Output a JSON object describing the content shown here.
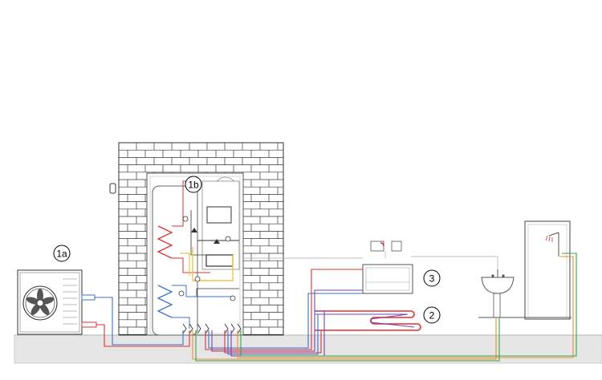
{
  "diagram": {
    "title": "",
    "components": [
      {
        "key": "outdoor_unit",
        "label": "1a",
        "icon": "heat-pump-outdoor-unit"
      },
      {
        "key": "indoor_unit",
        "label": "1b",
        "icon": "indoor-cylinder-unit"
      },
      {
        "key": "underfloor",
        "label": "2",
        "icon": "underfloor-heating-loop"
      },
      {
        "key": "fan_coil",
        "label": "3",
        "icon": "fan-coil-unit"
      }
    ],
    "fixtures": [
      {
        "key": "room_thermostat",
        "icon": "room-thermostat-icon"
      },
      {
        "key": "wall_controller",
        "icon": "wall-controller-icon"
      },
      {
        "key": "wash_basin",
        "icon": "wash-basin-icon"
      },
      {
        "key": "shower",
        "icon": "shower-icon"
      }
    ],
    "colors": {
      "flow": "#e03030",
      "return": "#3a6fd8",
      "dhw": "#f08a28",
      "cold": "#2fa84a",
      "purple": "#7a3fb0",
      "wall": "#333333",
      "ground": "#e6e6e6"
    }
  }
}
